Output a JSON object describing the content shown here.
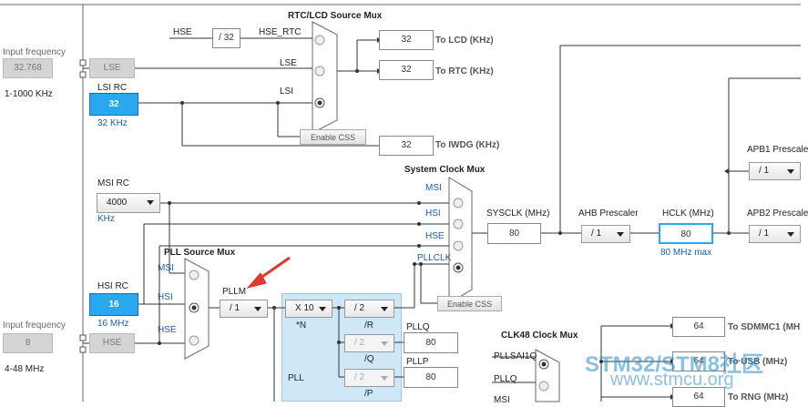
{
  "left_panel": {
    "input_freq_label_top": "Input frequency",
    "lse_freq_value": "32.768",
    "lse_range": "1-1000 KHz",
    "input_freq_label_bottom": "Input frequency",
    "hse_freq_value": "8",
    "hse_range": "4-48 MHz"
  },
  "sources": {
    "lse_label": "LSE",
    "lsi_rc_title": "LSI RC",
    "lsi_value": "32",
    "lsi_unit": "32 KHz",
    "msi_rc_title": "MSI RC",
    "msi_select": "4000",
    "msi_unit": "KHz",
    "hsi_rc_title": "HSI RC",
    "hsi_value": "16",
    "hsi_unit": "16 MHz",
    "hse_label": "HSE"
  },
  "rtc_mux": {
    "title": "RTC/LCD Source Mux",
    "hse_in": "HSE",
    "div32": "/ 32",
    "hse_rtc": "HSE_RTC",
    "lse_in": "LSE",
    "lsi_in": "LSI",
    "enable_css": "Enable CSS"
  },
  "outputs": {
    "lcd_value": "32",
    "lcd_label": "To LCD (KHz)",
    "rtc_value": "32",
    "rtc_label": "To RTC (KHz)",
    "iwdg_value": "32",
    "iwdg_label": "To IWDG (KHz)"
  },
  "sys_mux": {
    "title": "System Clock Mux",
    "msi": "MSI",
    "hsi": "HSI",
    "hse": "HSE",
    "pllclk": "PLLCLK",
    "enable_css": "Enable CSS"
  },
  "sysclk": {
    "label": "SYSCLK (MHz)",
    "value": "80",
    "ahb_label": "AHB Prescaler",
    "ahb_select": "/ 1",
    "hclk_label": "HCLK (MHz)",
    "hclk_value": "80",
    "hclk_max": "80 MHz max",
    "apb1_label": "APB1 Prescale",
    "apb1_select": "/ 1",
    "apb2_label": "APB2 Prescale",
    "apb2_select": "/ 1"
  },
  "pll_mux": {
    "title": "PLL Source Mux",
    "msi": "MSI",
    "hsi": "HSI",
    "hse": "HSE",
    "pllm_label": "PLLM",
    "pllm_select": "/ 1"
  },
  "pll": {
    "label": "PLL",
    "n_select": "X 10",
    "n_label": "*N",
    "r_select": "/ 2",
    "r_label": "/R",
    "q_select": "/ 2",
    "q_label": "/Q",
    "p_select": "/ 2",
    "p_label": "/P",
    "pllq_label": "PLLQ",
    "pllq_value": "80",
    "pllp_label": "PLLP",
    "pllp_value": "80"
  },
  "clk48": {
    "title": "CLK48 Clock Mux",
    "pllsai1q": "PLLSAI1Q",
    "pllq": "PLLQ",
    "msi": "MSI",
    "sdmmc_value": "64",
    "sdmmc_label": "To SDMMC1 (MH",
    "usb_value": "64",
    "usb_label": "To USB (MHz)",
    "rng_value": "64",
    "rng_label": "To RNG (MHz)"
  },
  "watermark": {
    "line1": "STM32/STM8社区",
    "line2": "www.stmcu.org"
  },
  "colors": {
    "accent_blue": "#29a8ef",
    "pll_panel": "#cfe8f7",
    "annotation_arrow": "#e03a2f"
  }
}
